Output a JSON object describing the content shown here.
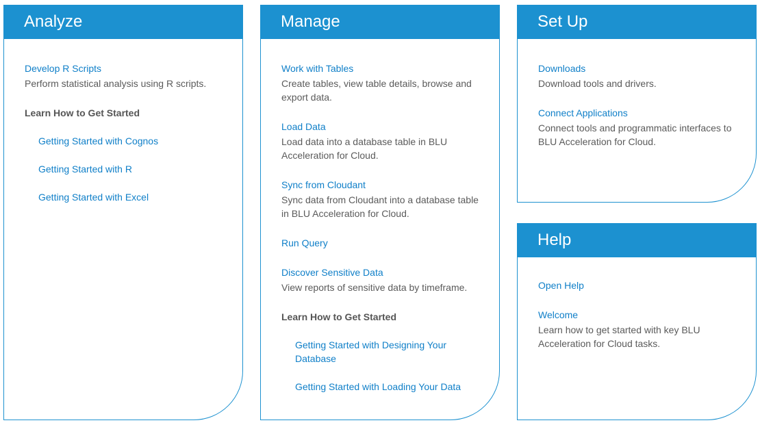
{
  "analyze": {
    "title": "Analyze",
    "items": [
      {
        "label": "Develop R Scripts",
        "desc": "Perform statistical analysis using R scripts."
      }
    ],
    "learn_title": "Learn How to Get Started",
    "learn_links": [
      "Getting Started with Cognos",
      "Getting Started with R",
      "Getting Started with Excel"
    ]
  },
  "manage": {
    "title": "Manage",
    "items": [
      {
        "label": "Work with Tables",
        "desc": "Create tables, view table details, browse and export data."
      },
      {
        "label": "Load Data",
        "desc": "Load data into a database table in BLU Acceleration for Cloud."
      },
      {
        "label": "Sync from Cloudant",
        "desc": "Sync data from Cloudant into a database table in BLU Acceleration for Cloud."
      },
      {
        "label": "Run Query"
      },
      {
        "label": "Discover Sensitive Data",
        "desc": "View reports of sensitive data by timeframe."
      }
    ],
    "learn_title": "Learn How to Get Started",
    "learn_links": [
      "Getting Started with Designing Your Database",
      "Getting Started with Loading Your Data"
    ]
  },
  "setup": {
    "title": "Set Up",
    "items": [
      {
        "label": "Downloads",
        "desc": "Download tools and drivers."
      },
      {
        "label": "Connect Applications",
        "desc": "Connect tools and programmatic interfaces to BLU Acceleration for Cloud."
      }
    ]
  },
  "help": {
    "title": "Help",
    "items": [
      {
        "label": "Open Help"
      },
      {
        "label": "Welcome",
        "desc": "Learn how to get started with key BLU Acceleration for Cloud tasks."
      }
    ]
  }
}
